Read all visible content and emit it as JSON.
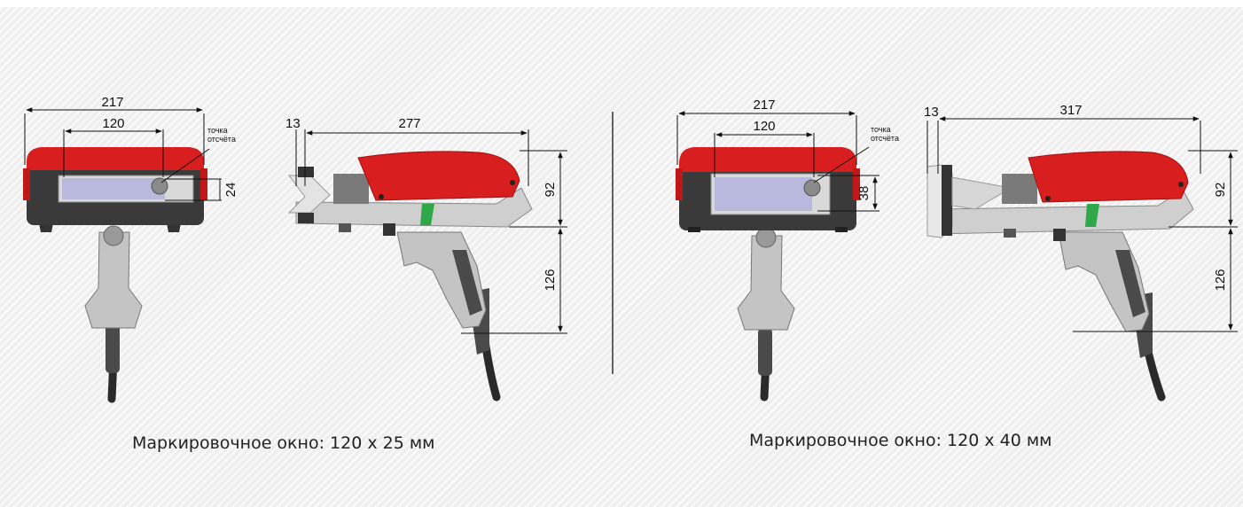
{
  "colors": {
    "housing_red": "#d81e1e",
    "housing_dark": "#3a3a3a",
    "grip_grey": "#bdbdbd",
    "window_blue": "#b8b9dd",
    "accent_green": "#2fa84a"
  },
  "left_set": {
    "front": {
      "width_label": "217",
      "window_label": "120",
      "ref_label_line1": "точка",
      "ref_label_line2": "отсчёта",
      "height_label": "24"
    },
    "side": {
      "offset_label": "13",
      "length_label": "277",
      "upper_height_label": "92",
      "lower_height_label": "126"
    },
    "caption": "Маркировочное окно: 120 х 25 мм"
  },
  "right_set": {
    "front": {
      "width_label": "217",
      "window_label": "120",
      "ref_label_line1": "точка",
      "ref_label_line2": "отсчёта",
      "height_label": "38"
    },
    "side": {
      "offset_label": "13",
      "length_label": "317",
      "upper_height_label": "92",
      "lower_height_label": "126"
    },
    "caption": "Маркировочное окно: 120 х 40 мм"
  }
}
